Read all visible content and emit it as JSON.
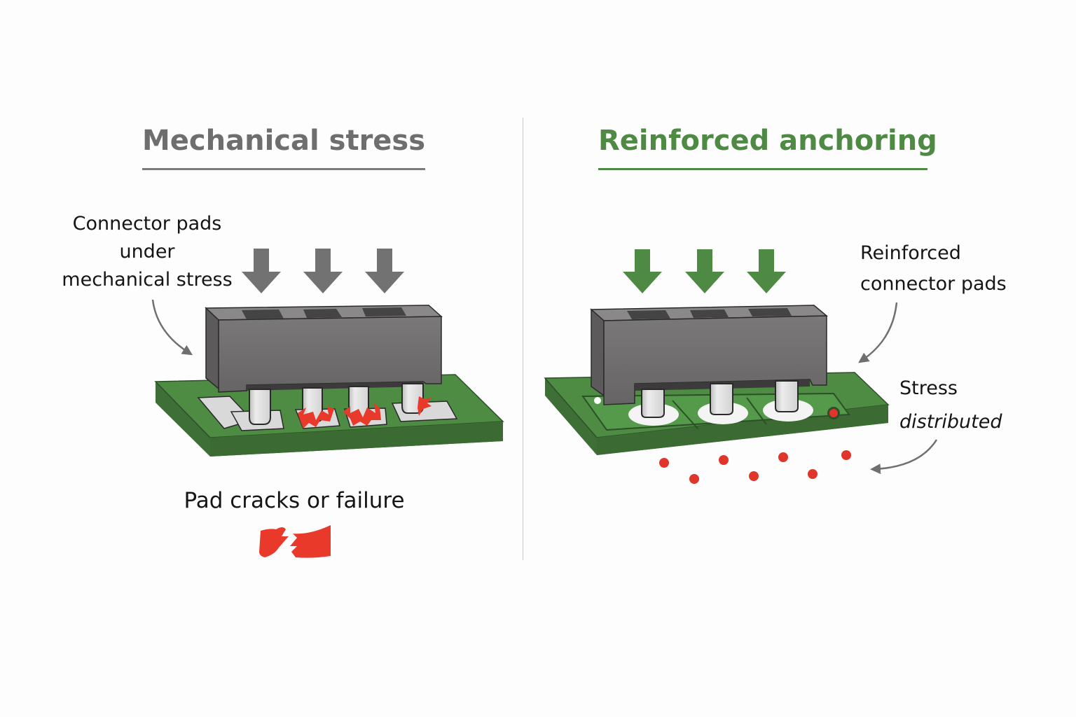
{
  "left_panel": {
    "title": "Mechanical stress",
    "title_color": "#6e6e6e",
    "callout_lines": [
      "Connector pads",
      "under",
      "mechanical stress"
    ],
    "force_arrow_count": 3,
    "force_arrow_color": "#707070",
    "pins": [
      {
        "state": "intact"
      },
      {
        "state": "cracked"
      },
      {
        "state": "cracked"
      },
      {
        "state": "cracked-partial"
      }
    ],
    "result_label": "Pad cracks or failure",
    "result_icon": "broken-pad-icon",
    "crack_color": "#e8392a"
  },
  "right_panel": {
    "title": "Reinforced anchoring",
    "title_color": "#4f8a45",
    "callout_lines": [
      "Reinforced",
      "connector pads"
    ],
    "stress_label_line1": "Stress",
    "stress_label_line2": "distributed",
    "force_arrow_count": 3,
    "force_arrow_color": "#4f8a45",
    "pins": [
      {
        "state": "anchored"
      },
      {
        "state": "anchored"
      },
      {
        "state": "anchored"
      }
    ],
    "distribution_dot_count": 7,
    "dot_color": "#e0352a"
  },
  "colors": {
    "pcb_green": "#4e8b43",
    "pcb_edge": "#3b6b33",
    "connector_body": "#6f6d6e",
    "connector_top": "#8a8889",
    "pad_silver": "#d8d8d8"
  }
}
